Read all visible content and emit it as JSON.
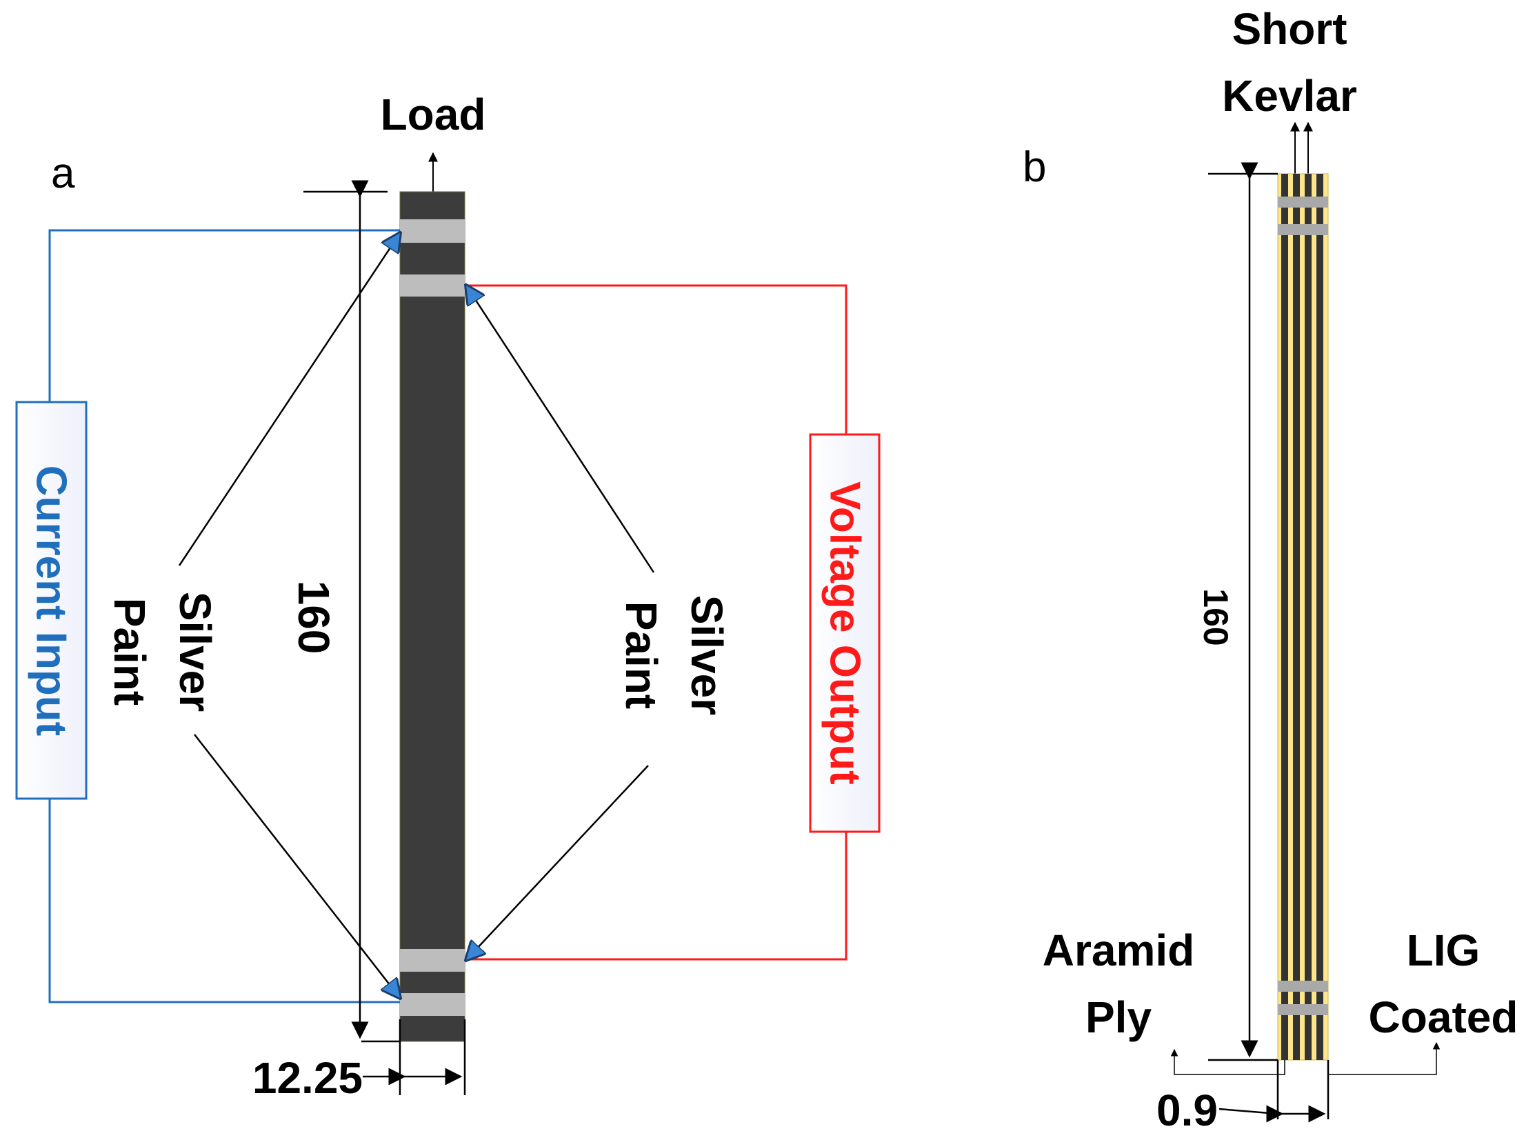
{
  "panel_a": {
    "letter": "a",
    "load_label": "Load",
    "current_label": "Current Input",
    "voltage_label": "Voltage Output",
    "silver_left_line1": "Silver",
    "silver_left_line2": "Paint",
    "silver_right_line1": "Silver",
    "silver_right_line2": "Paint",
    "length_dim": "160",
    "width_dim": "12.25"
  },
  "panel_b": {
    "letter": "b",
    "short_label": "Short",
    "kevlar_label": "Kevlar",
    "aramid_line1": "Aramid",
    "aramid_line2": "Ply",
    "lig_line1": "LIG",
    "lig_line2": "Coated",
    "length_dim": "160",
    "thickness_dim": "0.9"
  },
  "colors": {
    "specimen": "#3c3c3c",
    "silver_band": "#bdbdbd",
    "current": "#1f6fbd",
    "voltage": "#ff1a1a",
    "kevlar": "#fde58a"
  }
}
